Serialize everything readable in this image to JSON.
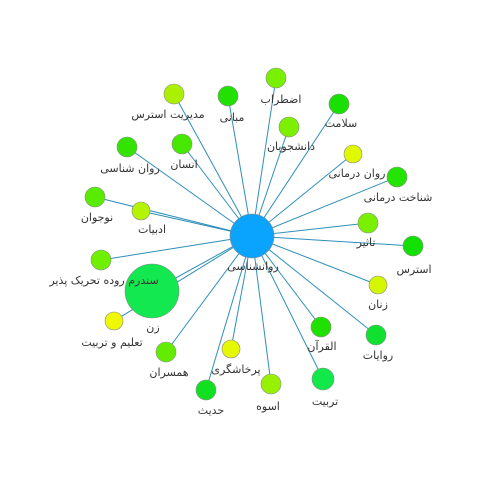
{
  "colors": {
    "edge": "#2f8fb8",
    "hub": "#0aa4ff",
    "node_stroke": "#8a8a8a"
  },
  "graph": {
    "hub": {
      "id": "hub",
      "label": "روانشناسی"
    },
    "nodes": [
      {
        "id": "n1",
        "label": "اضطراب",
        "color": "#78f000"
      },
      {
        "id": "n2",
        "label": "مبانی",
        "color": "#22e000"
      },
      {
        "id": "n3",
        "label": "مدیریت استرس",
        "color": "#aaf000"
      },
      {
        "id": "n4",
        "label": "دانشجویان",
        "color": "#7cf000"
      },
      {
        "id": "n5",
        "label": "سلامت",
        "color": "#1ae000"
      },
      {
        "id": "n6",
        "label": "روان درمانی",
        "color": "#e0f800"
      },
      {
        "id": "n7",
        "label": "انسان",
        "color": "#46e800"
      },
      {
        "id": "n8",
        "label": "روان شناسی",
        "color": "#34e400"
      },
      {
        "id": "n9",
        "label": "شناخت درمانی",
        "color": "#22e400"
      },
      {
        "id": "n10",
        "label": "نوجوان",
        "color": "#5aec00"
      },
      {
        "id": "n11",
        "label": "ادبیات",
        "color": "#b4f400"
      },
      {
        "id": "n12",
        "label": "تاثیر",
        "color": "#78f000"
      },
      {
        "id": "n13",
        "label": "استرس",
        "color": "#12e000"
      },
      {
        "id": "n14",
        "label": "سندرم روده تحریک پذیر",
        "color": "#6ef000"
      },
      {
        "id": "n15",
        "label": "زنان",
        "color": "#d4f600"
      },
      {
        "id": "n16",
        "label": "زن",
        "color": "#14e850"
      },
      {
        "id": "n17",
        "label": "تعلیم و تربیت",
        "color": "#f0f800"
      },
      {
        "id": "n18",
        "label": "القرآن",
        "color": "#20e000"
      },
      {
        "id": "n19",
        "label": "روایات",
        "color": "#10e030"
      },
      {
        "id": "n20",
        "label": "همسران",
        "color": "#64ec00"
      },
      {
        "id": "n21",
        "label": "پرخاشگری",
        "color": "#e6f800"
      },
      {
        "id": "n22",
        "label": "حدیث",
        "color": "#10e020"
      },
      {
        "id": "n23",
        "label": "اسوه",
        "color": "#96f200"
      },
      {
        "id": "n24",
        "label": "تربیت",
        "color": "#12e84a"
      }
    ]
  }
}
